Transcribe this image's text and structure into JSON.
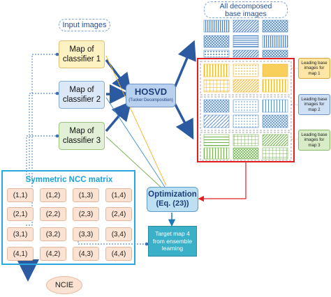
{
  "labels": {
    "input_images": "Input images",
    "all_decomposed": "All decomposed\nbase images",
    "hosvd": "HOSVD",
    "tucker": "(Tucker Decomposition)",
    "optimization": "Optimization",
    "equation": "(Eq. (23))",
    "target": "Target map 4\nfrom ensemble\nlearning",
    "ncc_title": "Symmetric NCC matrix",
    "ncie": "NCIE"
  },
  "classifiers": [
    {
      "label": "Map of\nclassifier 1"
    },
    {
      "label": "Map of\nclassifier 2"
    },
    {
      "label": "Map of\nclassifier 3"
    }
  ],
  "leading": [
    {
      "label": "Leading base\nimages for\nmap 1"
    },
    {
      "label": "Leading base\nimages for\nmap 2"
    },
    {
      "label": "Leading base\nimages for\nmap 3"
    }
  ],
  "ncc_matrix": [
    [
      "(1,1)",
      "(1,2)",
      "(1,3)",
      "(1,4)"
    ],
    [
      "(2,1)",
      "(2,2)",
      "(2,3)",
      "(2,4)"
    ],
    [
      "(3,1)",
      "(3,2)",
      "(3,3)",
      "(3,4)"
    ],
    [
      "(4,1)",
      "(4,2)",
      "(4,3)",
      "(4,4)"
    ]
  ],
  "colors": {
    "map1": "#f7b41c",
    "map2": "#4f86c6",
    "map3": "#6fb04a",
    "classifier1_fill": "#fff2c2",
    "classifier2_fill": "#dbe8f7",
    "classifier3_fill": "#e1f0d6",
    "hosvd_fill": "#b8d1ef",
    "optimization_fill": "#bcdff2",
    "target_fill": "#3bb0c9",
    "ncc_border": "#29a9e0",
    "ncc_cell": "#fbe2d3",
    "red_frame": "#e02020",
    "arrow_blue": "#2c5aa0",
    "ncie_fill": "#fbe2d3"
  }
}
